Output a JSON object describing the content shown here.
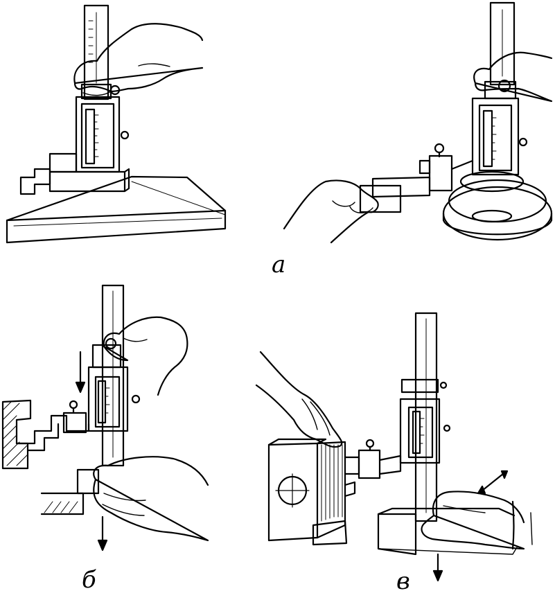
{
  "labels": {
    "a": "а",
    "b": "б",
    "v": "в"
  },
  "colors": {
    "ink": "#000000",
    "paper": "#ffffff"
  },
  "panels": [
    {
      "id": "a-left",
      "subject": "height-gauge-on-surface-plate"
    },
    {
      "id": "a-right",
      "subject": "height-gauge-on-round-base"
    },
    {
      "id": "b",
      "subject": "height-gauge-measuring-stepped-part"
    },
    {
      "id": "v",
      "subject": "height-gauge-marking-block"
    }
  ]
}
